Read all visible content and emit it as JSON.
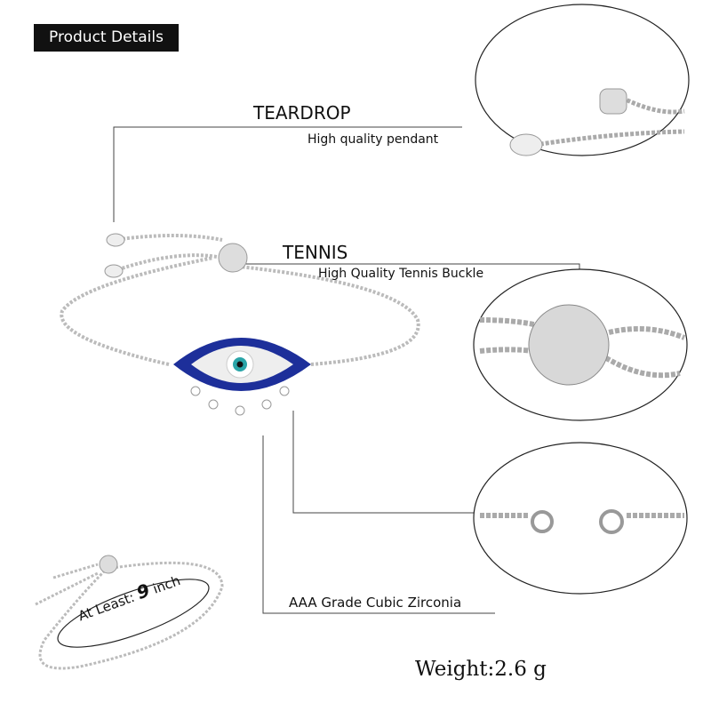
{
  "header": {
    "badge": "Product Details"
  },
  "callouts": [
    {
      "title": "TEARDROP",
      "subtitle": "High quality pendant"
    },
    {
      "title": "TENNIS",
      "subtitle": "High Quality Tennis Buckle"
    },
    {
      "subtitle": "AAA Grade Cubic Zirconia"
    }
  ],
  "size_note": {
    "prefix": "At Least:",
    "number": "9",
    "unit": "inch"
  },
  "weight": "Weight:2.6 g"
}
